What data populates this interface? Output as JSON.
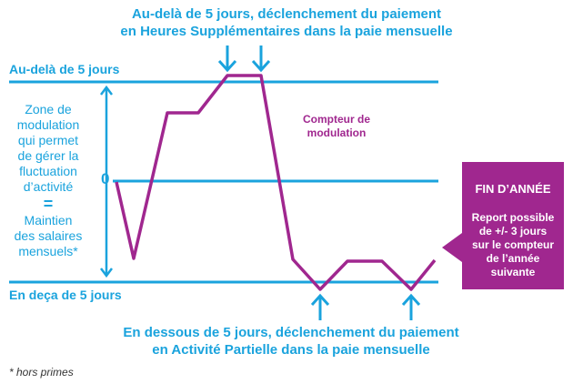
{
  "top_annotation": {
    "line1": "Au-delà de 5 jours, déclenchement du paiement",
    "line2": "en Heures Supplémentaires dans la paie mensuelle"
  },
  "bottom_annotation": {
    "line1": "En dessous de 5 jours, déclenchement du paiement",
    "line2": "en Activité Partielle dans la paie mensuelle"
  },
  "upper_limit_label": "Au-delà de 5 jours",
  "lower_limit_label": "En deça de 5 jours",
  "zero_label": "0",
  "zone": {
    "line1": "Zone de",
    "line2": "modulation",
    "line3": "qui permet",
    "line4": "de gérer la",
    "line5": "fluctuation",
    "line6": "d’activité",
    "equals": "=",
    "line7": "Maintien",
    "line8": "des salaires",
    "line9": "mensuels*"
  },
  "counter_label": {
    "line1": "Compteur de",
    "line2": "modulation"
  },
  "year_end": {
    "title": "FIN D’ANNÉE",
    "line1": "Report possible",
    "line2": "de +/- 3 jours",
    "line3": "sur le compteur",
    "line4": "de l’année",
    "line5": "suivante"
  },
  "footnote": "* hors primes",
  "colors": {
    "cyan": "#1aa3dd",
    "purple": "#a0278f"
  }
}
